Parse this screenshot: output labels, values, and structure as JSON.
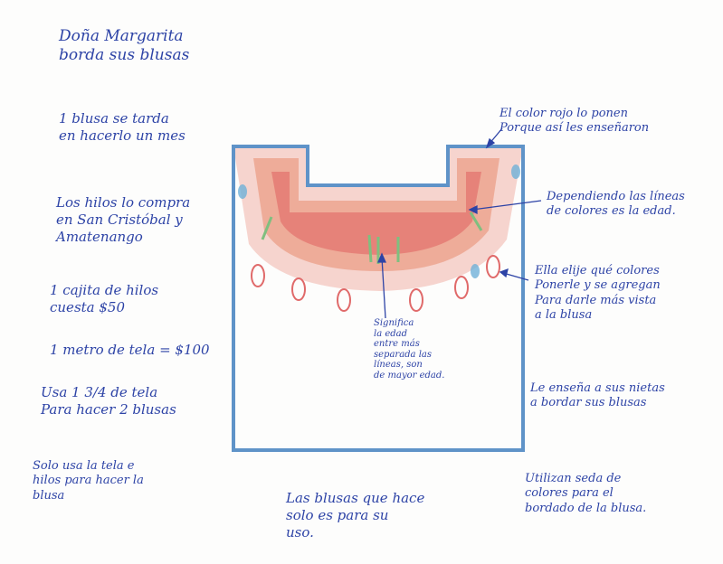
{
  "title": "Doña Margarita\nborda sus blusas",
  "notes_left": [
    "1 blusa se tarda\nen hacerlo un mes",
    "Los hilos lo compra\nen San Cristóbal y\nAmatenango",
    "1 cajita de hilos\ncuesta $50",
    "1 metro de tela = $100",
    "Usa 1 3/4 de tela\nPara hacer 2 blusas",
    "Solo usa la tela e\nhilos para hacer la\nblusa"
  ],
  "notes_right": [
    "El color rojo lo ponen\nPorque así les enseñaron",
    "Dependiendo las líneas\nde colores es la edad.",
    "Ella elije qué colores\nPonerle y se agregan\nPara darle más vista\na la blusa",
    "Le enseña a sus nietas\na bordar sus blusas",
    "Utilizan seda de\ncolores para el\nbordado de la blusa."
  ],
  "note_center": "Significa\nla edad\nentre más\nseparada las\nlíneas, son\nde mayor edad.",
  "note_bottom": "Las blusas que hace\nsolo es para su\nuso.",
  "colors": {
    "ink": "#2d43a6",
    "frame": "#5f93c8",
    "red": "#e06a6a",
    "orange": "#e6a66a",
    "green": "#7fbf7f"
  }
}
